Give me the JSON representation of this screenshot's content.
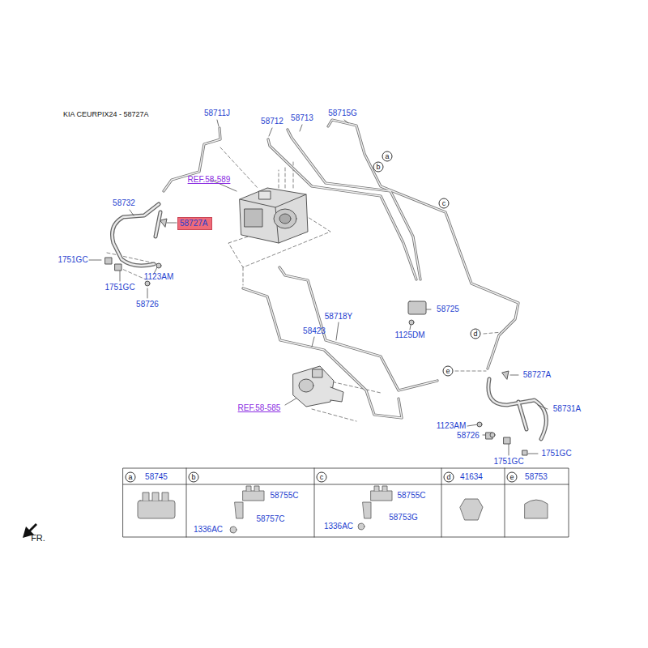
{
  "diagram": {
    "title": "KIA CEURPIX24 - 58727A",
    "nodes": [
      {
        "text": [
          "58727A"
        ]
      }
    ],
    "labels": [
      "58711J",
      "58712",
      "58713",
      "58715G",
      "a",
      "b",
      "c",
      "REF.58-589",
      "58732",
      "1751GC",
      "1751GC",
      "1123AM",
      "58726",
      "58725",
      "1125DM",
      "58718Y",
      "58423",
      "d",
      "e",
      "58727A",
      "58731A",
      "1123AM",
      "58726",
      "1751GC",
      "1751GC",
      "REF.58-585",
      "a",
      "58745",
      "b",
      "58755C",
      "58757C",
      "1336AC",
      "c",
      "58755C",
      "58753G",
      "1336AC",
      "d",
      "41634",
      "e",
      "58753",
      "FR."
    ]
  }
}
